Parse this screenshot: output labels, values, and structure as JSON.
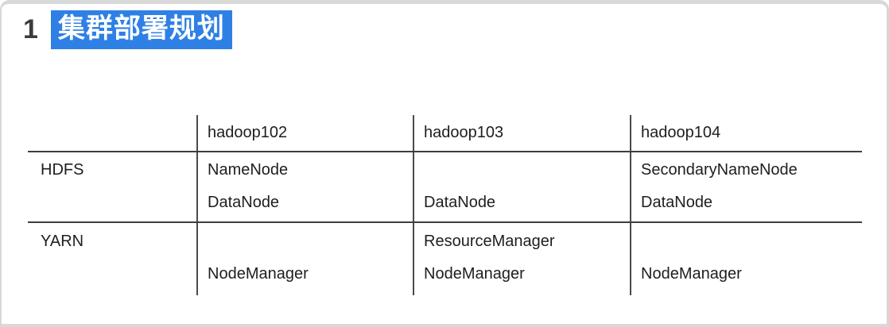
{
  "heading": {
    "number": "1",
    "title": "集群部署规划"
  },
  "colors": {
    "title_highlight": "#2f80e5",
    "table_line": "#3e3e3e"
  },
  "table": {
    "columns": [
      "",
      "hadoop102",
      "hadoop103",
      "hadoop104"
    ],
    "rows": [
      {
        "label": "HDFS",
        "cells": [
          [
            "NameNode",
            "DataNode"
          ],
          [
            "",
            "DataNode"
          ],
          [
            "SecondaryNameNode",
            "DataNode"
          ]
        ]
      },
      {
        "label": "YARN",
        "cells": [
          [
            "",
            "NodeManager"
          ],
          [
            "ResourceManager",
            "NodeManager"
          ],
          [
            "",
            "NodeManager"
          ]
        ]
      }
    ]
  }
}
